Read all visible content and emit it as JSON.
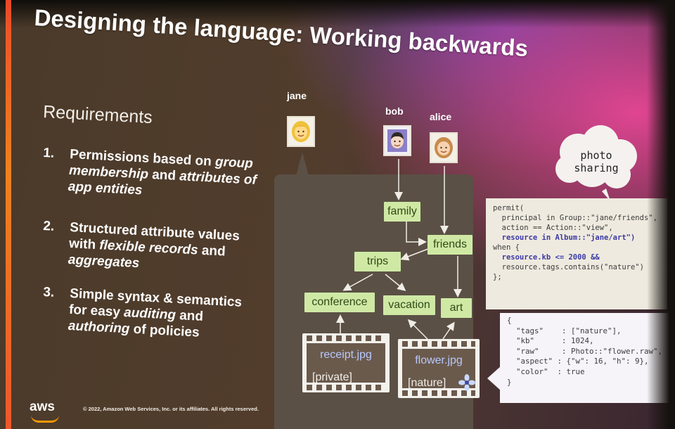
{
  "slide": {
    "title": "Designing the language: Working backwards",
    "requirements_heading": "Requirements",
    "requirements": [
      {
        "num": "1.",
        "parts": [
          {
            "t": "Permissions based on ",
            "i": false
          },
          {
            "t": "group membership",
            "i": true
          },
          {
            "t": " and ",
            "i": false
          },
          {
            "t": "attributes of app entities",
            "i": true
          }
        ]
      },
      {
        "num": "2.",
        "parts": [
          {
            "t": "Structured attribute values with ",
            "i": false
          },
          {
            "t": "flexible records",
            "i": true
          },
          {
            "t": " and ",
            "i": false
          },
          {
            "t": "aggregates",
            "i": true
          }
        ]
      },
      {
        "num": "3.",
        "parts": [
          {
            "t": "Simple syntax & semantics for easy ",
            "i": false
          },
          {
            "t": "auditing",
            "i": true
          },
          {
            "t": " and ",
            "i": false
          },
          {
            "t": "authoring",
            "i": true
          },
          {
            "t": " of policies",
            "i": false
          }
        ]
      }
    ],
    "footer": {
      "logo": "aws",
      "copyright": "© 2022, Amazon Web Services, Inc. or its affiliates. All rights reserved."
    }
  },
  "diagram": {
    "users": {
      "jane": "jane",
      "bob": "bob",
      "alice": "alice"
    },
    "groups": {
      "family": "family",
      "friends": "friends"
    },
    "albums": {
      "trips": "trips",
      "conference": "conference",
      "vacation": "vacation",
      "art": "art"
    },
    "photos": {
      "receipt": {
        "name": "receipt.jpg",
        "tag": "[private]"
      },
      "flower": {
        "name": "flower.jpg",
        "tag": "[nature]"
      }
    },
    "app_label": "photo sharing"
  },
  "policy": {
    "lines": [
      "permit(",
      "  principal in Group::\"jane/friends\",",
      "  action == Action::\"view\",",
      "  resource in Album::\"jane/art\")",
      "when {",
      "  resource.kb <= 2000 &&",
      "  resource.tags.contains(\"nature\")",
      "};"
    ]
  },
  "entity_json": {
    "lines": [
      "{",
      "  \"tags\"    : [\"nature\"],",
      "  \"kb\"      : 1024,",
      "  \"raw\"     : Photo::\"flower.raw\",",
      "  \"aspect\" : {\"w\": 16, \"h\": 9},",
      "  \"color\"  : true",
      "}"
    ]
  },
  "colors": {
    "node_fill": "#cfe9a5",
    "panel": "#5b5045",
    "accent_orange": "#ff9900",
    "photo_name": "#b8c8ff"
  }
}
